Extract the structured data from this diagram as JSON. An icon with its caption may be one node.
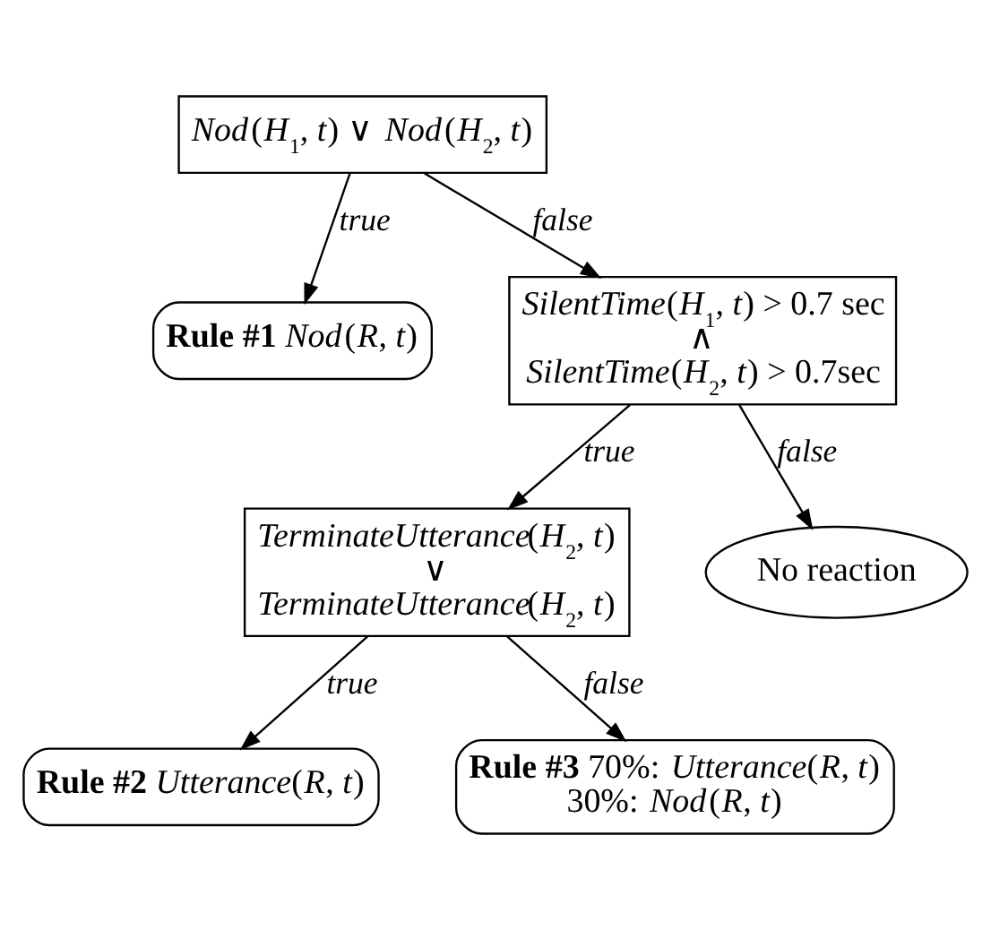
{
  "diagram": {
    "nodes": [
      {
        "text": [
          "*Nod*(*H*$_{1}$, *t*) ∨ *Nod*(*H*$_{2}$, *t*)"
        ]
      },
      {
        "text": [
          "**Rule #1** *Nod*(*R*, *t*)"
        ]
      },
      {
        "text": [
          "*SilentTime*(*H*$_{1}$, *t*) > 0.7 sec",
          "∧",
          "*SilentTime*(*H*$_{2}$, *t*) > 0.7sec"
        ]
      },
      {
        "text": [
          "No reaction"
        ]
      },
      {
        "text": [
          "*TerminateUtterance*(*H*$_{2}$, *t*)",
          "∨",
          "*TerminateUtterance*(*H*$_{2}$, *t*)"
        ]
      },
      {
        "text": [
          "**Rule #2** *Utterance*(*R*, *t*)"
        ]
      },
      {
        "text": [
          "**Rule #3** 70%: *Utterance*(*R*, *t*)",
          "30%: *Nod*(*R*, *t*)"
        ]
      }
    ],
    "edges": [
      {
        "from": 0,
        "to": 1,
        "arrow": "to",
        "label": "true"
      },
      {
        "from": 0,
        "to": 2,
        "arrow": "to",
        "label": "false"
      },
      {
        "from": 2,
        "to": 4,
        "arrow": "to",
        "label": "true"
      },
      {
        "from": 2,
        "to": 3,
        "arrow": "to",
        "label": "false"
      },
      {
        "from": 4,
        "to": 5,
        "arrow": "to",
        "label": "true"
      },
      {
        "from": 4,
        "to": 6,
        "arrow": "to",
        "label": "false"
      }
    ]
  }
}
